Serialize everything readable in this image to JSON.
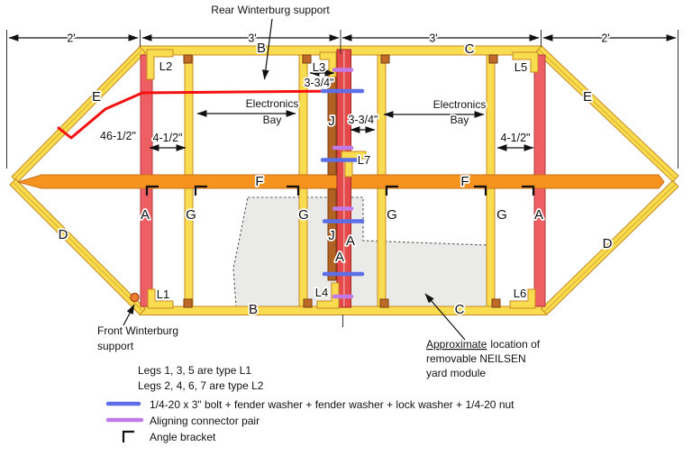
{
  "palette": {
    "member_yellow": "#F9DC4F",
    "leg_red": "#EE5F63",
    "spine_red": "#E54A4A",
    "orange_beam": "#F6921E",
    "brown_strip": "#B26222",
    "bracket_brown": "#BF6A28",
    "gray_module": "#EAEAE8",
    "bolt_blue": "#5C6FE6",
    "connector_purple": "#C07BE8",
    "support_red": "#F61111",
    "support_orange": "#EE7F2D"
  },
  "annotations": {
    "rear_support": "Rear Winterburg support",
    "front_support_line1": "Front Winterburg",
    "front_support_line2": "support",
    "neilsen_u": "Approximate",
    "neilsen_rest": "location of",
    "neilsen_line2": "removable NEILSEN",
    "neilsen_line3": "yard module",
    "legs_note1": "Legs 1, 3, 5 are type L1",
    "legs_note2": "Legs 2, 4, 6, 7 are type L2"
  },
  "dims": {
    "span1": "2'",
    "span2": "3'",
    "span3": "3'",
    "span4": "2'",
    "support_len": "46-1/2\"",
    "left_gap": "4-1/2\"",
    "right_gap": "4-1/2\"",
    "top_gap": "3-3/4\"",
    "mid_gap": "3-3/4\""
  },
  "bays": {
    "left_line1": "Electronics",
    "left_line2": "Bay",
    "right_line1": "Electronics",
    "right_line2": "Bay"
  },
  "members": {
    "b_top": "B",
    "c_top": "C",
    "b_bottom": "B",
    "c_bottom": "C",
    "e_left": "E",
    "e_right": "E",
    "d_left": "D",
    "d_right": "D",
    "f_left": "F",
    "f_right": "F",
    "a_left": "A",
    "a_right": "A",
    "a_spine1": "A",
    "a_spine2": "A",
    "g1": "G",
    "g2": "G",
    "g3": "G",
    "g4": "G",
    "j1": "J",
    "j2": "J"
  },
  "bracket_labels": {
    "l1": "L1",
    "l2": "L2",
    "l3": "L3",
    "l4": "L4",
    "l5": "L5",
    "l6": "L6",
    "l7": "L7"
  },
  "legend": {
    "bolt": "1/4-20 x 3\" bolt + fender washer + fender washer + lock washer + 1/4-20 nut",
    "connector": "Aligning connector pair",
    "bracket": "Angle bracket"
  }
}
